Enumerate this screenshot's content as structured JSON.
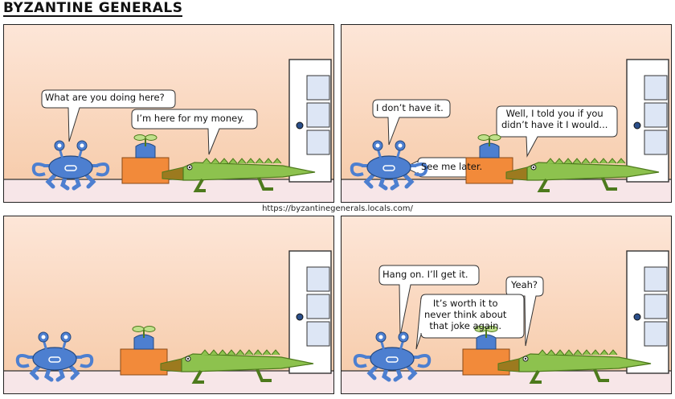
{
  "title": "Byzantine Generals",
  "url": "https://byzantinegenerals.locals.com/",
  "panels": [
    {
      "bubbles": [
        "What are you doing here?",
        "I’m here for my money."
      ]
    },
    {
      "bubbles": [
        "I don’t have it.",
        "Well, I told you if you\ndidn’t have it I would...",
        "See me later."
      ]
    },
    {
      "bubbles": []
    },
    {
      "bubbles": [
        "Hang on. I’ll get it.",
        "Yeah?",
        "It’s worth it to\nnever think about\nthat joke again."
      ]
    }
  ],
  "colors": {
    "wall_top": "#fde6d8",
    "wall_bottom": "#f6c9a6",
    "floor": "#f7e6e8",
    "crab": "#4d7fd0",
    "croc": "#8dc24e",
    "box": "#f28a3a",
    "door": "#ffffff",
    "door_pane": "#dde6f5"
  }
}
